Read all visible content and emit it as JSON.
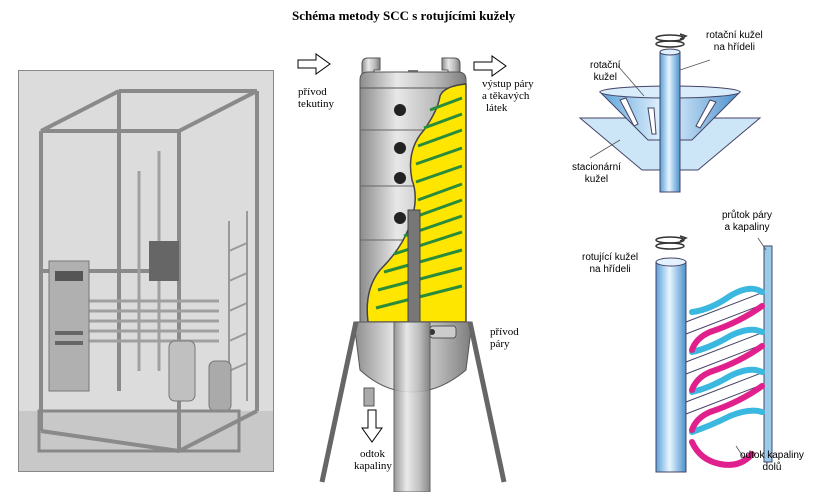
{
  "title": "Schéma metody SCC s rotujícími kužely",
  "labels": {
    "fluid_in": [
      "přívod",
      "tekutiny"
    ],
    "vapor_out": [
      "výstup páry",
      "a těkavých",
      "látek"
    ],
    "steam_in": [
      "přívod",
      "páry"
    ],
    "liquid_out": [
      "odtok",
      "kapaliny"
    ],
    "rotating_cone_top": [
      "rotační",
      "kužel"
    ],
    "rotating_cone_shaft": [
      "rotační kužel",
      "na hřídeli"
    ],
    "stationary_cone": [
      "stacionární",
      "kužel"
    ],
    "flow": [
      "průtok páry",
      "a kapaliny"
    ],
    "rotating_cone_shaft2": [
      "rotující kužel",
      "na hřídeli"
    ],
    "liquid_down": [
      "odtok kapaliny",
      "dolů"
    ]
  },
  "colors": {
    "steel": "#b8b8b8",
    "yellow": "#ffe600",
    "blue": "#8fc8f0",
    "cyan": "#3ab8e0",
    "magenta": "#e0208c"
  }
}
